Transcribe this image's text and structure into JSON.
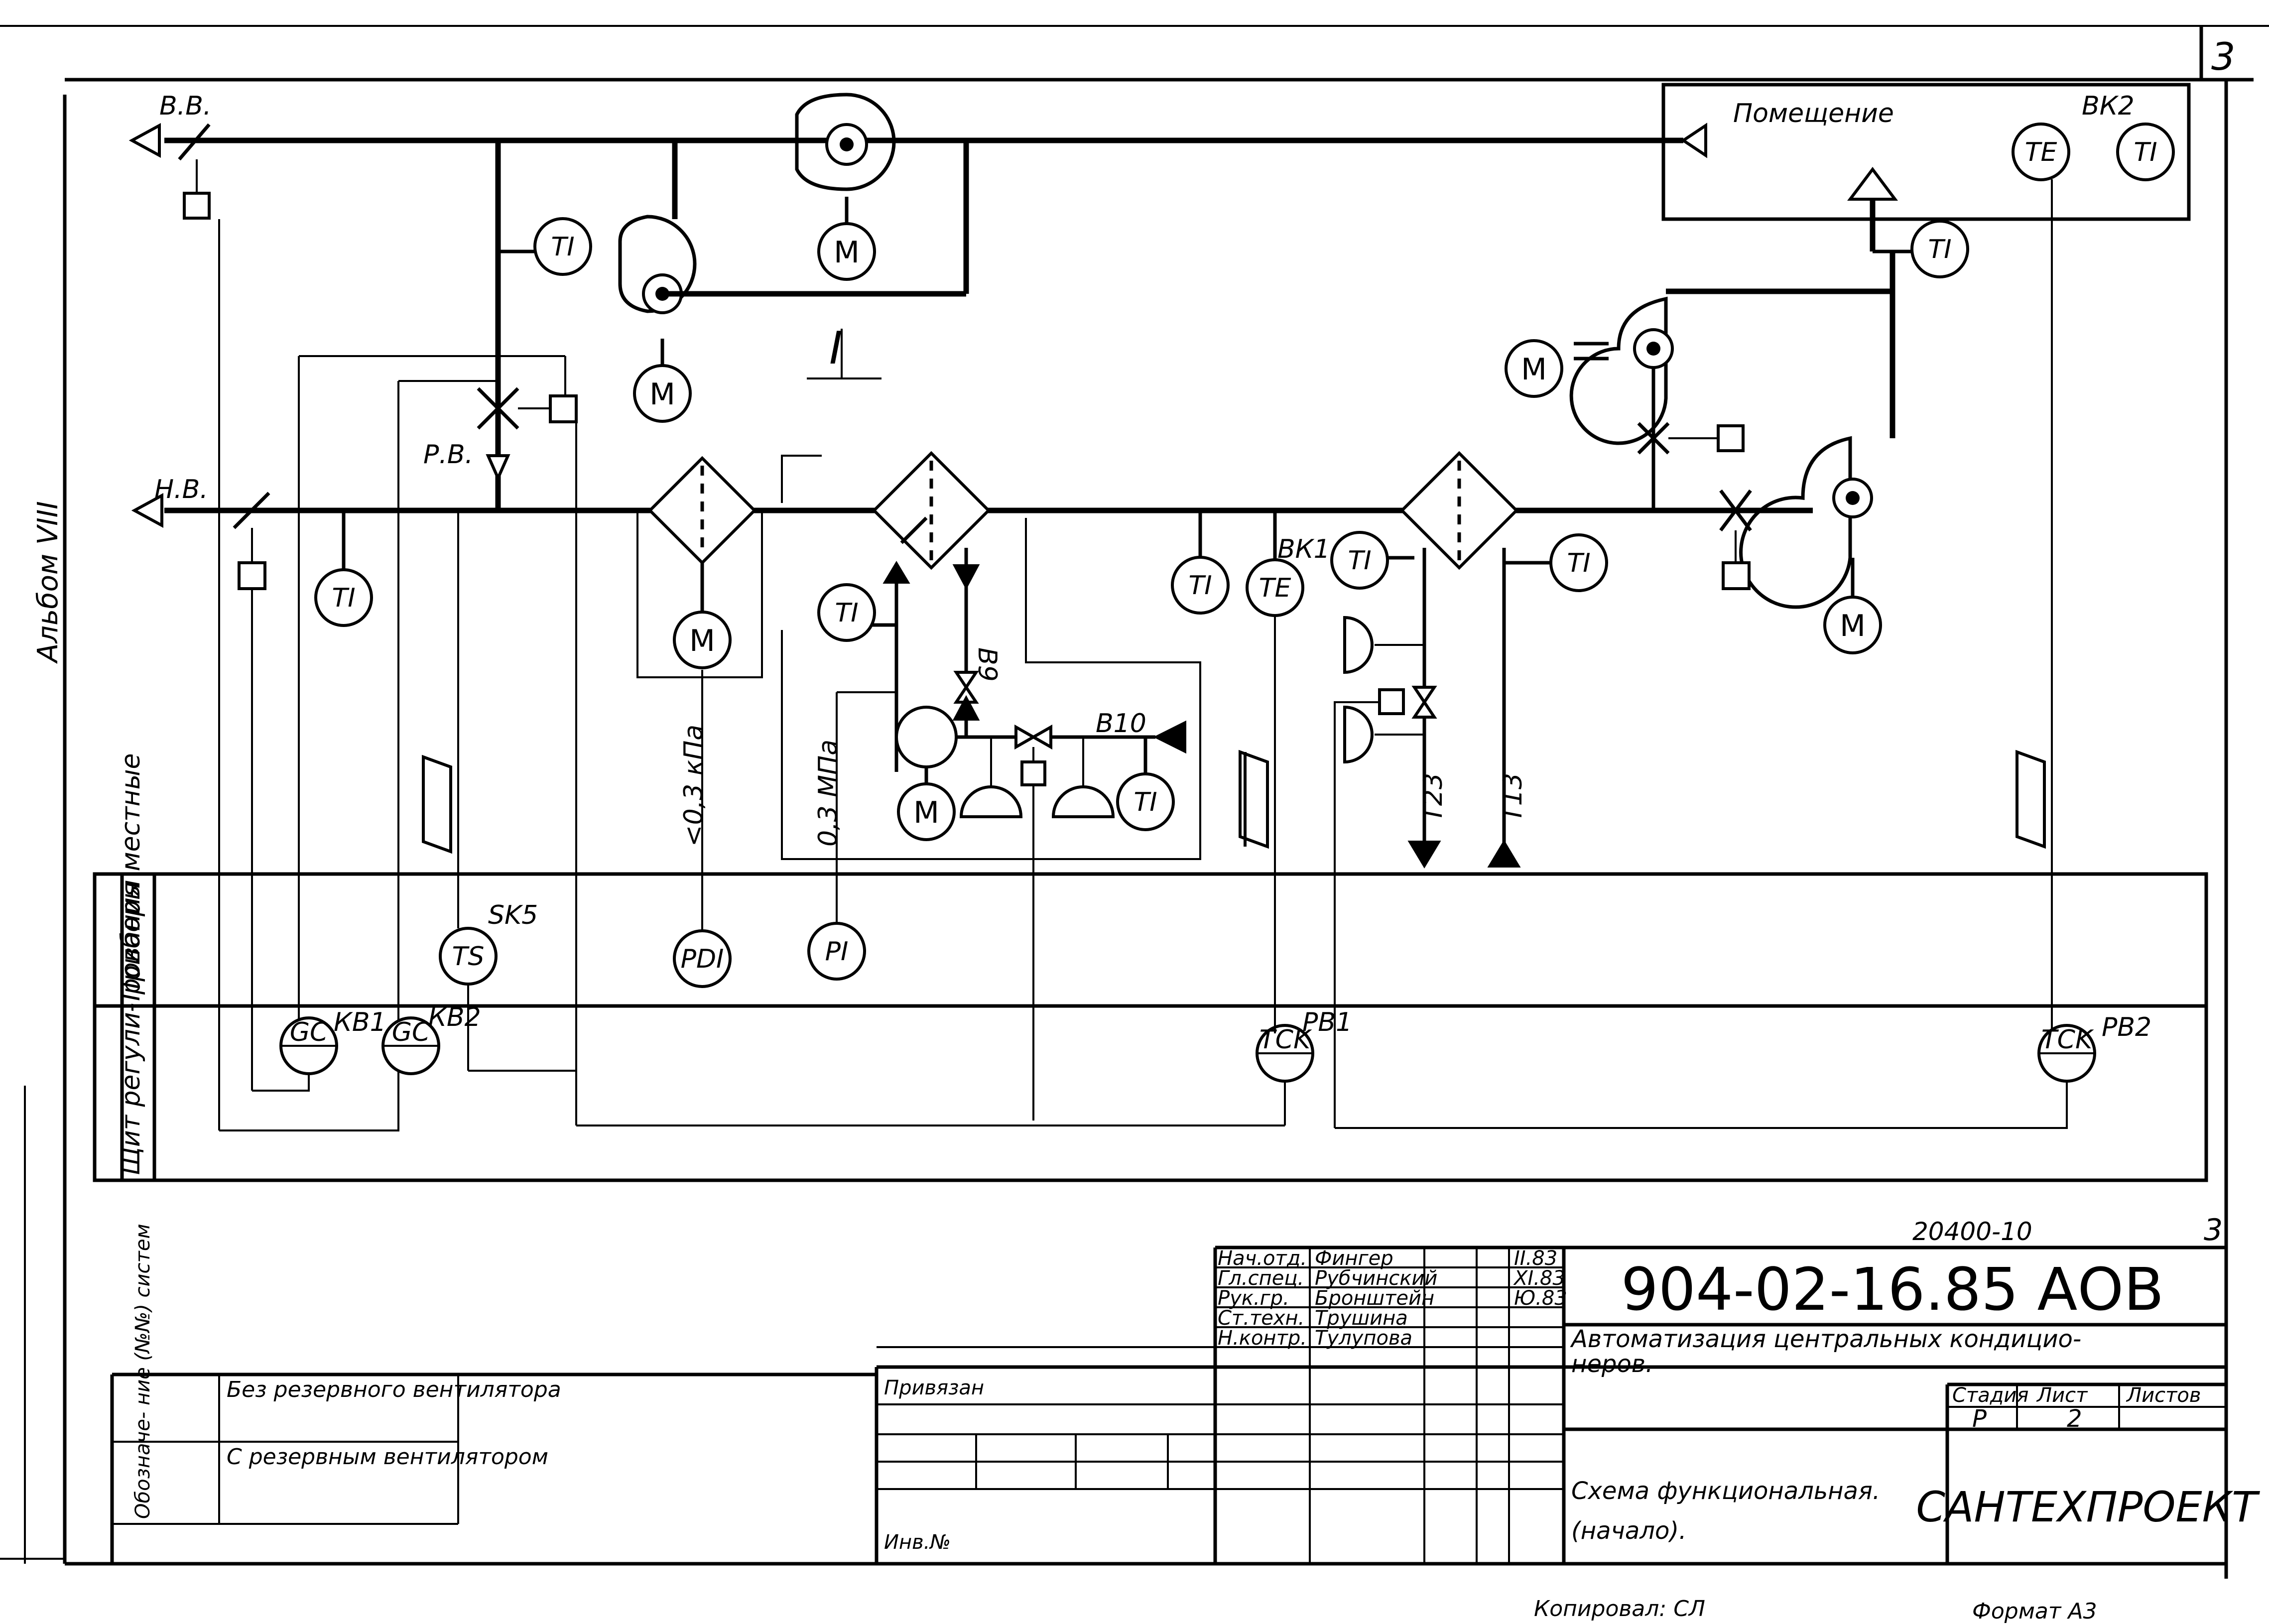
{
  "sheet": {
    "corner_number": "3",
    "album_label": "Альбом VIII",
    "doc_number_small": "20400-10",
    "doc_number_small_right": "3"
  },
  "diagram": {
    "labels": {
      "outside_air": "Н.В.",
      "exhaust_air": "В.В.",
      "recirc_air": "Р.В.",
      "room": "Помещение",
      "node_I": "I",
      "vk1": "ВК1",
      "vk2": "ВК2",
      "sk5": "SK5",
      "kv1": "КВ1",
      "kv2": "КВ2",
      "pv1": "PB1",
      "pv2": "PB2",
      "v9": "В9",
      "v10": "В10",
      "t23": "Т23",
      "t13": "Т13",
      "dp": "<0,3 кПа",
      "press": "0,3 МПа"
    },
    "bubbles": {
      "ti": "TI",
      "te": "TE",
      "ts": "TS",
      "pdi": "PDI",
      "pi": "PI",
      "gc": "GC",
      "tck": "TCK",
      "motor": "M"
    },
    "rows": {
      "local_devices": "Приборы местные",
      "control_panel": "Щит регули- рования"
    }
  },
  "title_block": {
    "designation": "904-02-16.85 АОВ",
    "title_line1": "Автоматизация центральных кондицио-",
    "title_line2": "неров.",
    "sheet_title_line1": "Схема функциональная.",
    "sheet_title_line2": "(начало).",
    "org": "САНТЕХПРОЕКТ",
    "stage_label": "Стадия",
    "sheet_label": "Лист",
    "sheets_label": "Листов",
    "stage_value": "Р",
    "sheet_value": "2",
    "sheets_value": "",
    "roles": [
      {
        "role": "Нач.отд.",
        "name": "Фингер",
        "date": "II.83"
      },
      {
        "role": "Гл.спец.",
        "name": "Рубчинский",
        "date": "XI.83"
      },
      {
        "role": "Рук.гр.",
        "name": "Бронштейн",
        "date": "Ю.83"
      },
      {
        "role": "Ст.техн.",
        "name": "Трушина",
        "date": ""
      },
      {
        "role": "Н.контр.",
        "name": "Тулупова",
        "date": ""
      }
    ],
    "linked": "Привязан",
    "inv": "Инв.№"
  },
  "systems_table": {
    "header": "Обозначе- ние (№№) систем",
    "row1": "Без резервного вентилятора",
    "row2": "С резервным вентилятором"
  },
  "footer": {
    "copied": "Копировал: СЛ",
    "format": "Формат А3"
  }
}
